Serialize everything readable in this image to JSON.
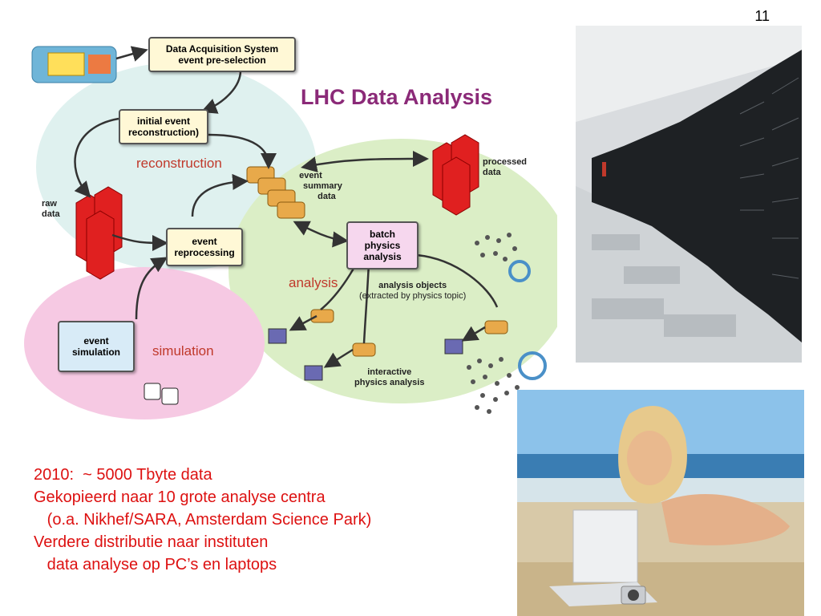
{
  "page_number": "11",
  "diagram": {
    "title": "LHC Data Analysis",
    "regions": {
      "reconstruction": "reconstruction",
      "analysis": "analysis",
      "simulation": "simulation"
    },
    "boxes": {
      "daq_line1": "Data Acquisition System",
      "daq_line2": "event pre-selection",
      "initial_line1": "initial event",
      "initial_line2": "reconstruction)",
      "reprocessing_line1": "event",
      "reprocessing_line2": "reprocessing",
      "simulation_line1": "event",
      "simulation_line2": "simulation",
      "batch_line1": "batch",
      "batch_line2": "physics",
      "batch_line3": "analysis"
    },
    "labels": {
      "raw_line1": "raw",
      "raw_line2": "data",
      "esd_line1": "event",
      "esd_line2": "summary",
      "esd_line3": "data",
      "processed_line1": "processed",
      "processed_line2": "data",
      "objects_line1": "analysis objects",
      "objects_line2": "(extracted by physics topic)",
      "interactive_line1": "interactive",
      "interactive_line2": "physics analysis"
    },
    "colors": {
      "title": "#8b2a78",
      "reconstruction": "#dff1ef",
      "analysis": "#dbeec6",
      "simulation": "#f6c9e3",
      "box_yellow": "#fff8d6",
      "box_blue": "#d8ebf7",
      "box_pink": "#f6d7ee",
      "cylinder": "#e8a94a",
      "hexagon": "#e02020"
    }
  },
  "slide_text": {
    "line1": "2010:  ~ 5000 Tbyte data",
    "line2": "Gekopieerd naar 10 grote analyse centra",
    "line3": "   (o.a. Nikhef/SARA, Amsterdam Science Park)",
    "line4": "Verdere distributie naar instituten",
    "line5": "   data analyse op PC’s en laptops",
    "color": "#dd1111"
  }
}
